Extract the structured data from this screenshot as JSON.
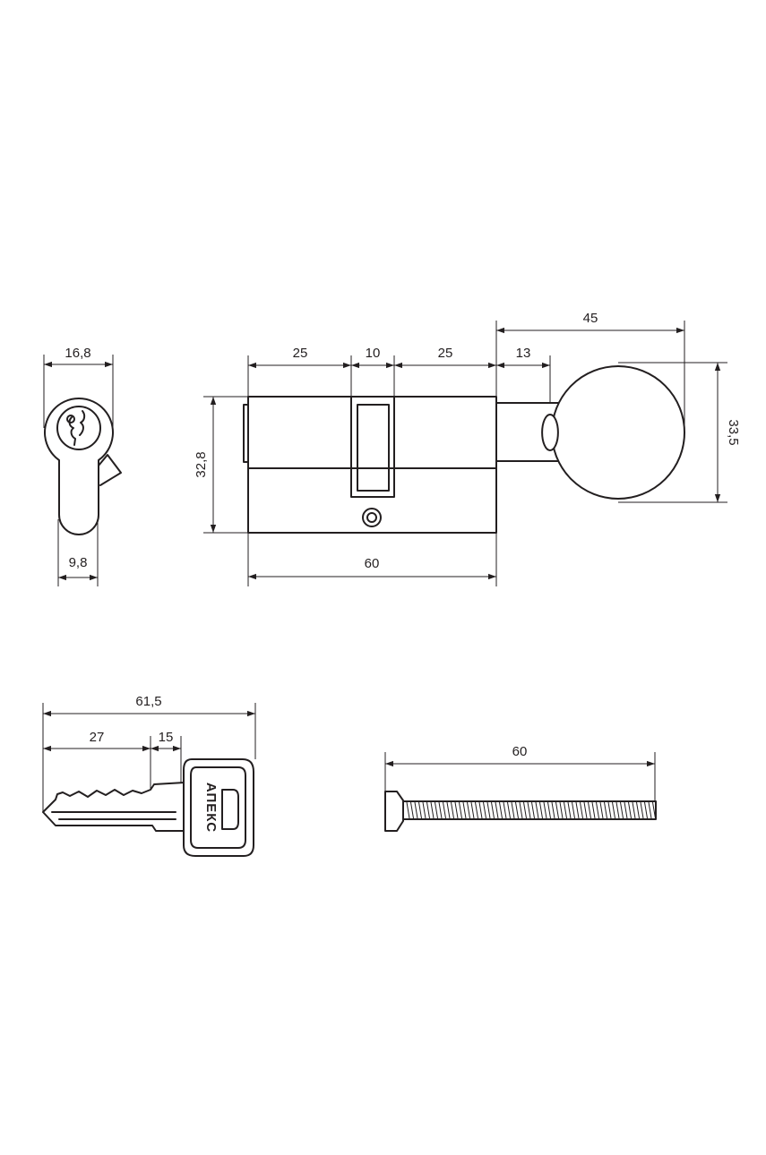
{
  "colors": {
    "line": "#231f20",
    "background": "#ffffff"
  },
  "side_view": {
    "dim_width": "16,8",
    "dim_cam": "9,8"
  },
  "cylinder": {
    "dim_key_half": "25",
    "dim_cam_slot": "10",
    "dim_knob_body": "25",
    "dim_spindle": "13",
    "dim_knob_total": "45",
    "dim_height": "32,8",
    "dim_knob_diameter": "33,5",
    "dim_length": "60"
  },
  "key": {
    "dim_total": "61,5",
    "dim_blade": "27",
    "dim_shoulder": "15",
    "logo_text": "АПЕКС"
  },
  "screw": {
    "dim_length": "60"
  }
}
